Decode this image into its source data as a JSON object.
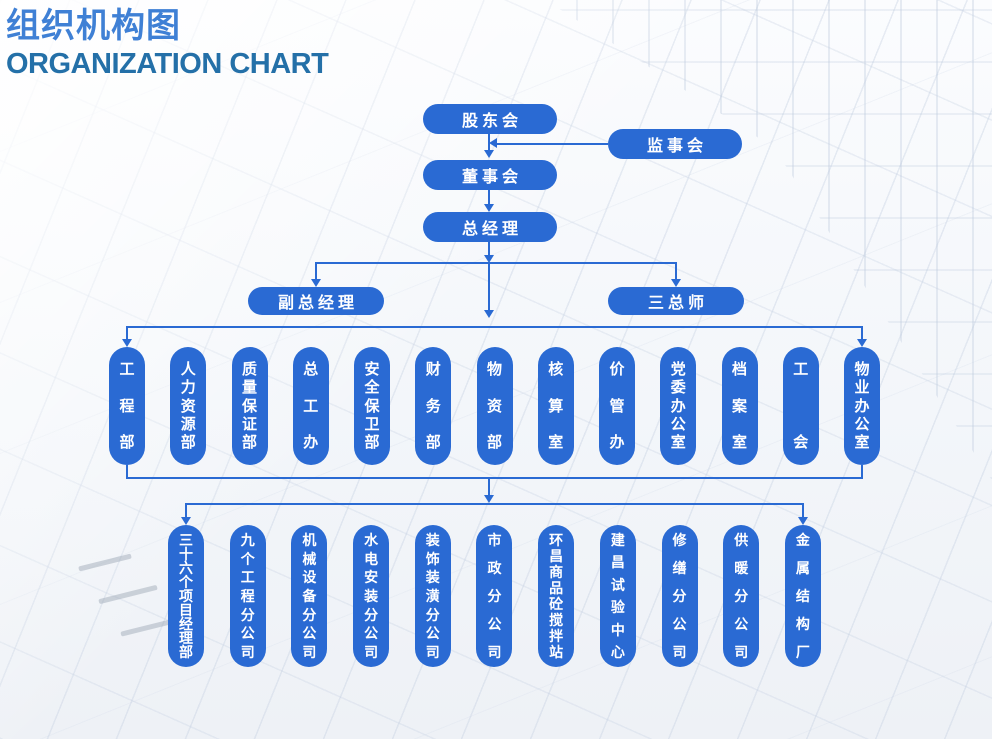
{
  "page": {
    "title_cn": "组织机构图",
    "title_en": "ORGANIZATION CHART"
  },
  "colors": {
    "pill_blue": "#2a6ad3",
    "line_blue": "#2a6ad3",
    "title_cn_color": "#3f80d5",
    "title_en_color": "#2470a8"
  },
  "chart": {
    "top_nodes": {
      "shareholders": "股东会",
      "supervisory_board": "监事会",
      "board_of_directors": "董事会",
      "general_manager": "总经理",
      "deputy_general_manager": "副总经理",
      "three_chief_engineers": "三总师"
    },
    "departments_row1": [
      "工程部",
      "人力资源部",
      "质量保证部",
      "总工办",
      "安全保卫部",
      "财务部",
      "物资部",
      "核算室",
      "价管办",
      "党委办公室",
      "档案室",
      "工会",
      "物业办公室"
    ],
    "subsidiaries_row2": [
      "三十六个项目经理部",
      "九个工程分公司",
      "机械设备分公司",
      "水电安装分公司",
      "装饰装潢分公司",
      "市政分公司",
      "环昌商品砼搅拌站",
      "建昌试验中心",
      "修缮分公司",
      "供暖分公司",
      "金属结构厂"
    ]
  }
}
